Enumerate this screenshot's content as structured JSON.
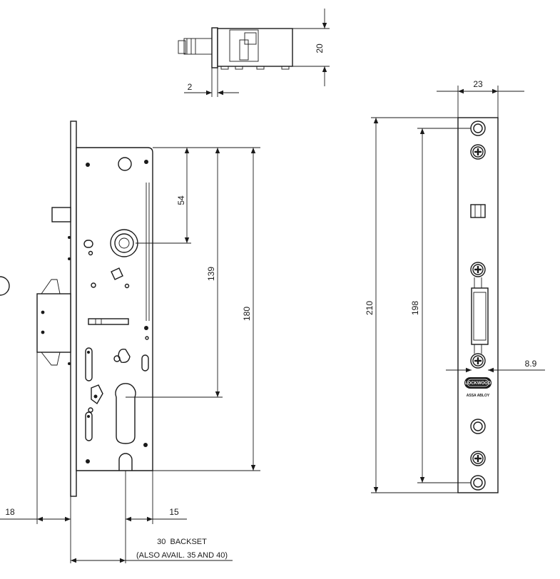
{
  "dimensions": {
    "top_height": "20",
    "top_offset": "2",
    "faceplate_width": "23",
    "faceplate_length": "210",
    "fixing_centers": "198",
    "faceplate_thickness": "8.9",
    "cam_to_top": "54",
    "cylinder_to_top": "139",
    "case_height": "180",
    "faceplate_offset": "18",
    "case_edge": "15",
    "backset": "30  BACKSET",
    "backset_note": "(ALSO AVAIL. 35 AND 40)"
  },
  "branding": {
    "logo_text": "LOCKWOOD",
    "maker_text": "ASSA ABLOY"
  },
  "colors": {
    "line": "#1a1a1a",
    "background": "#ffffff"
  }
}
